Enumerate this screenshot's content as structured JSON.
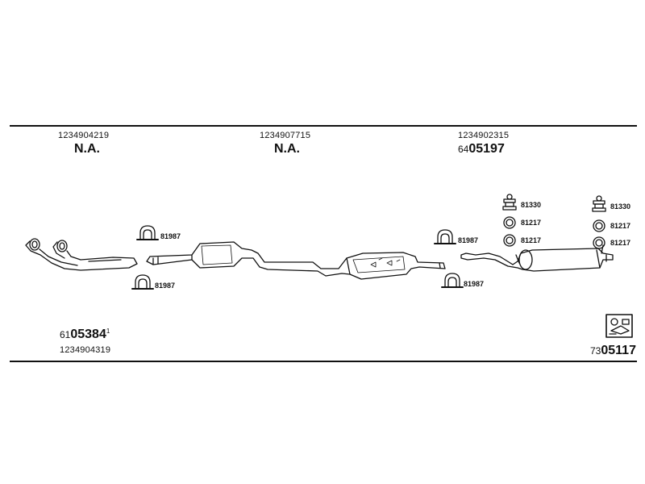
{
  "sections": [
    {
      "part_number": "1234904219",
      "code": "N.A."
    },
    {
      "part_number": "1234907715",
      "code": "N.A."
    },
    {
      "part_number": "1234902315",
      "code_prefix": "64",
      "code_main": "05197"
    }
  ],
  "front_pipe": {
    "code_prefix": "61",
    "code_main": "05384",
    "code_sup": "1",
    "part_number": "1234904319"
  },
  "kit": {
    "code_prefix": "73",
    "code_main": "05117"
  },
  "labels": {
    "clamp_1": "81987",
    "clamp_2": "81987",
    "clamp_3": "81987",
    "clamp_4": "81987",
    "mount_a1": "81330",
    "ring_a1": "81217",
    "ring_a2": "81217",
    "mount_b1": "81330",
    "ring_b1": "81217",
    "ring_b2": "81217"
  }
}
